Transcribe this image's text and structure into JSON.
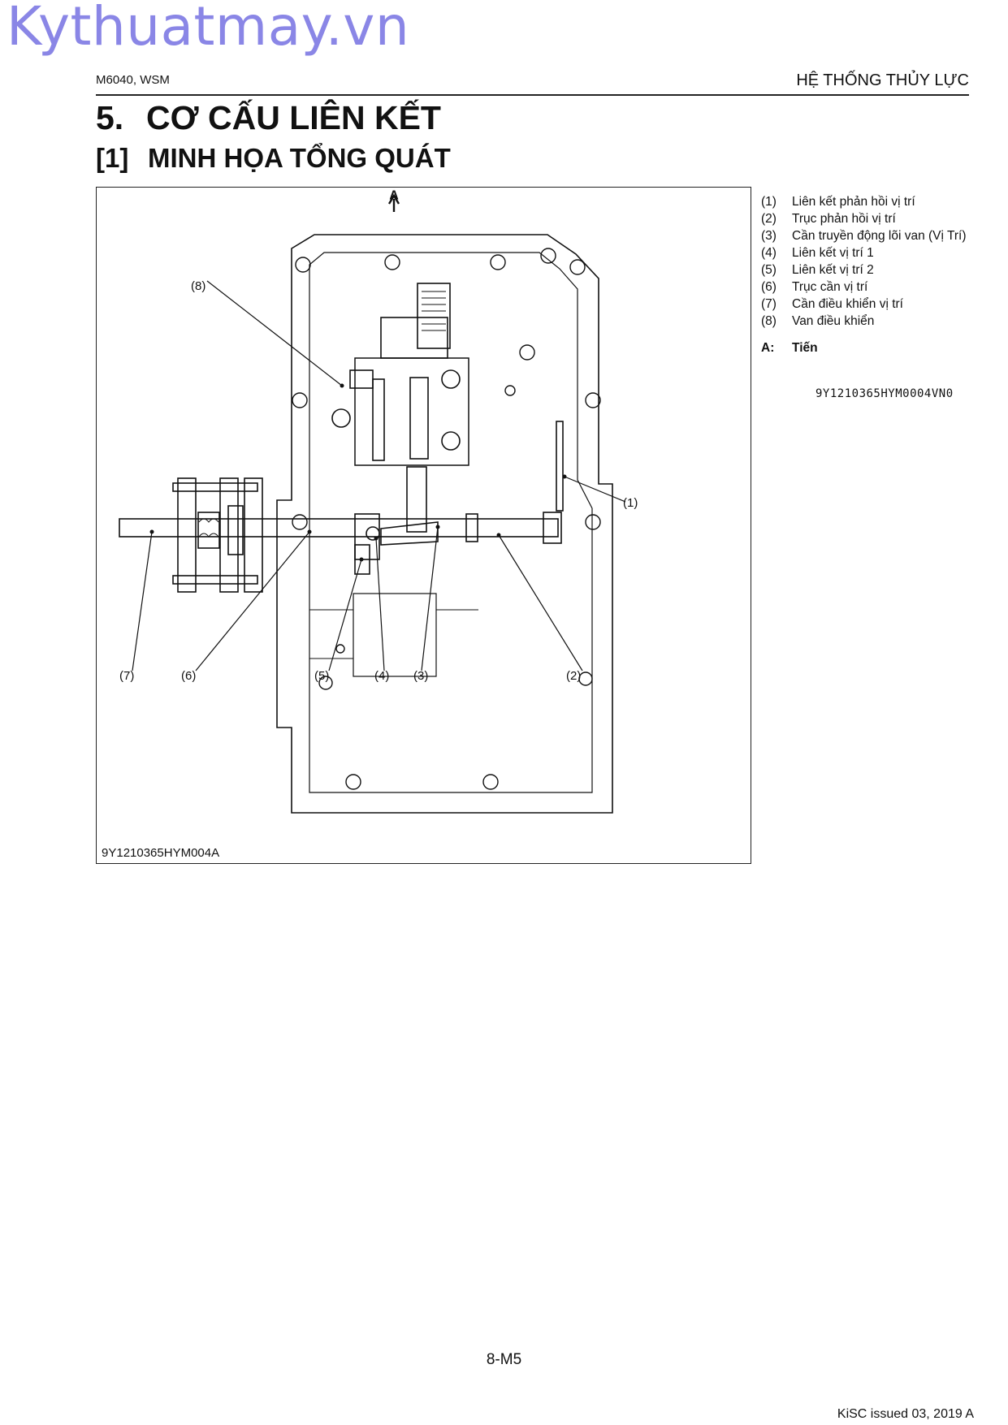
{
  "watermark": "Kythuatmay.vn",
  "header": {
    "left": "M6040, WSM",
    "right": "HỆ THỐNG THỦY LỰC"
  },
  "section": {
    "number": "5.",
    "title": "CƠ CẤU LIÊN KẾT"
  },
  "subsection": {
    "number": "[1]",
    "title": "MINH HỌA TỔNG QUÁT"
  },
  "figure": {
    "id": "9Y1210365HYM004A",
    "arrow_label": "A",
    "callouts": [
      "(1)",
      "(2)",
      "(3)",
      "(4)",
      "(5)",
      "(6)",
      "(7)",
      "(8)"
    ]
  },
  "legend": {
    "items": [
      {
        "num": "(1)",
        "text": "Liên kết phản hồi vị trí"
      },
      {
        "num": "(2)",
        "text": "Trục phản hồi vị trí"
      },
      {
        "num": "(3)",
        "text": "Cần truyền động lõi van (Vị Trí)"
      },
      {
        "num": "(4)",
        "text": "Liên kết vị trí 1"
      },
      {
        "num": "(5)",
        "text": "Liên kết vị trí 2"
      },
      {
        "num": "(6)",
        "text": "Trục cần vị trí"
      },
      {
        "num": "(7)",
        "text": "Cần điều khiển vị trí"
      },
      {
        "num": "(8)",
        "text": "Van điều khiển"
      }
    ],
    "a_label": "A:",
    "a_text": "Tiến"
  },
  "doc_code": "9Y1210365HYM0004VN0",
  "page_number": "8-M5",
  "footer": "KiSC issued 03, 2019 A"
}
